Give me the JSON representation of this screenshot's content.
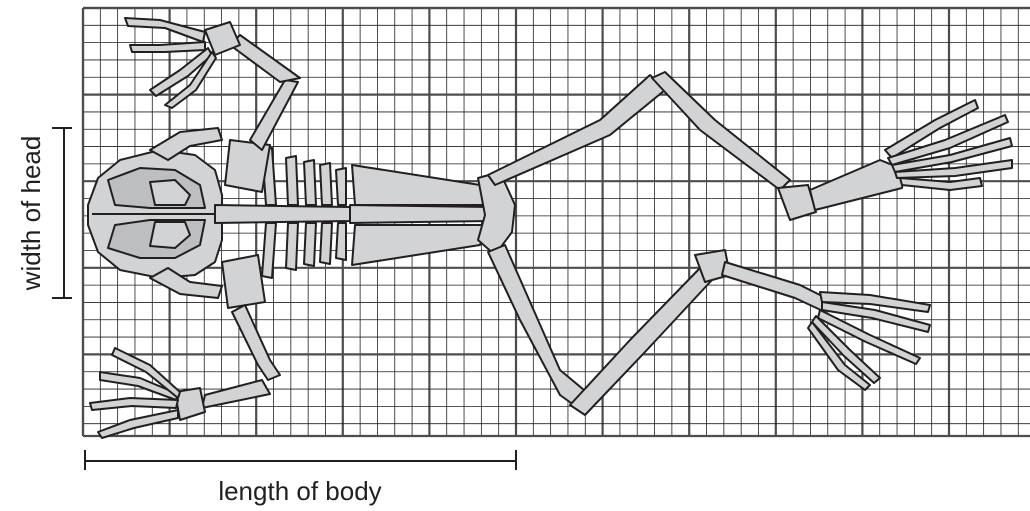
{
  "labels": {
    "width": "width of head",
    "length": "length of body"
  },
  "grid": {
    "minor_color": "#231f20",
    "major_color": "#4d4d4f",
    "minor_divisions_per_major": 5,
    "major_cols": 11,
    "major_rows": 5
  },
  "colors": {
    "bone_fill": "#d1d3d4",
    "ink": "#231f20"
  },
  "figure": {
    "subject": "frog-skeleton-icon"
  }
}
